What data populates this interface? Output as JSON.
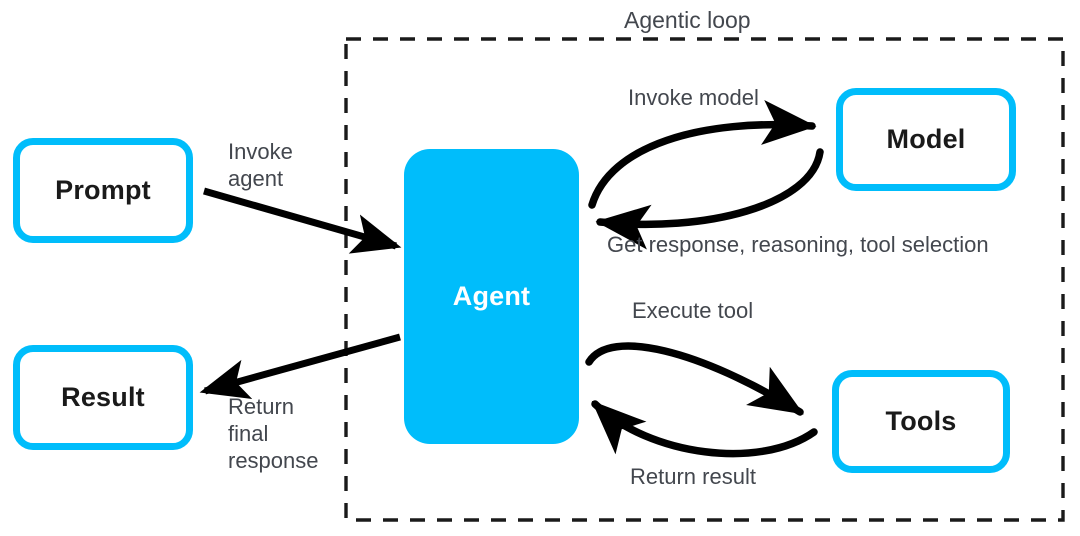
{
  "diagram": {
    "title": "Agentic loop",
    "type": "flow-diagram",
    "background_color": "#ffffff",
    "accent_color": "#00bdfb",
    "text_color": "#43474e",
    "node_text_color": "#1a1a1a",
    "filled_node_text_color": "#ffffff",
    "arrow_color": "#000000",
    "boundary": {
      "name": "Agentic loop",
      "style": "dashed",
      "color": "#1a1a1a"
    },
    "nodes": [
      {
        "id": "prompt",
        "label": "Prompt",
        "style": "outlined",
        "inside_loop": false
      },
      {
        "id": "result",
        "label": "Result",
        "style": "outlined",
        "inside_loop": false
      },
      {
        "id": "agent",
        "label": "Agent",
        "style": "filled",
        "inside_loop": true
      },
      {
        "id": "model",
        "label": "Model",
        "style": "outlined",
        "inside_loop": true
      },
      {
        "id": "tools",
        "label": "Tools",
        "style": "outlined",
        "inside_loop": true
      }
    ],
    "edges": [
      {
        "id": "invoke-agent",
        "label": "Invoke agent",
        "from": "prompt",
        "to": "agent",
        "shape": "straight"
      },
      {
        "id": "return-final",
        "label": "Return final response",
        "from": "agent",
        "to": "result",
        "shape": "straight"
      },
      {
        "id": "invoke-model",
        "label": "Invoke model",
        "from": "agent",
        "to": "model",
        "shape": "curved"
      },
      {
        "id": "get-response",
        "label": "Get response, reasoning, tool selection",
        "from": "model",
        "to": "agent",
        "shape": "curved"
      },
      {
        "id": "execute-tool",
        "label": "Execute tool",
        "from": "agent",
        "to": "tools",
        "shape": "curved"
      },
      {
        "id": "return-result",
        "label": "Return result",
        "from": "tools",
        "to": "agent",
        "shape": "curved"
      }
    ]
  },
  "labels": {
    "agentic_loop": "Agentic loop",
    "invoke_agent": "Invoke\nagent",
    "return_final_response": "Return\nfinal\nresponse",
    "invoke_model": "Invoke model",
    "get_response": "Get response, reasoning, tool selection",
    "execute_tool": "Execute tool",
    "return_result": "Return result"
  },
  "nodes": {
    "prompt": "Prompt",
    "result": "Result",
    "agent": "Agent",
    "model": "Model",
    "tools": "Tools"
  }
}
